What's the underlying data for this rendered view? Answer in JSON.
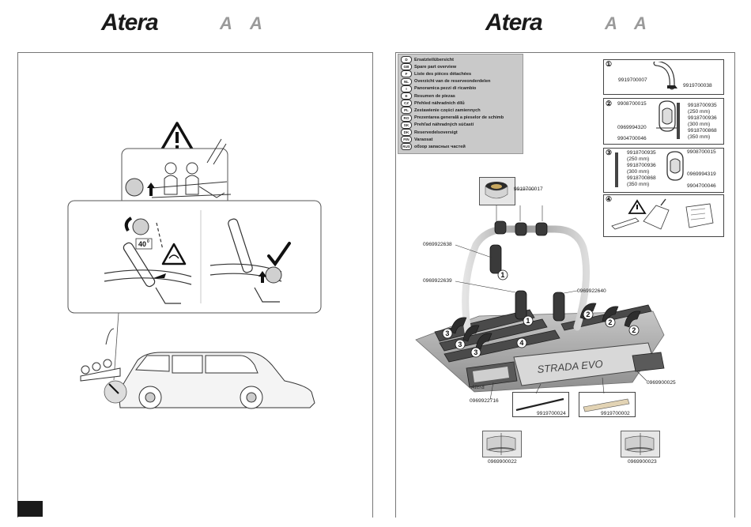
{
  "header": {
    "left_brand": "Atera",
    "left_letters": [
      "A",
      "A"
    ],
    "right_brand": "Atera",
    "right_letters": [
      "A",
      "A"
    ]
  },
  "left_page": {
    "angle_label": "40",
    "angle_unit": "0"
  },
  "right_page": {
    "languages": [
      {
        "code": "D",
        "text": "Ersatzteilübersicht"
      },
      {
        "code": "GB",
        "text": "Spare part overview"
      },
      {
        "code": "F",
        "text": "Liste des pièces détachées"
      },
      {
        "code": "NL",
        "text": "Overzicht van de reserveonderdelen"
      },
      {
        "code": "I",
        "text": "Panoramica pezzi di ricambio"
      },
      {
        "code": "E",
        "text": "Resumen de piezas"
      },
      {
        "code": "CZ",
        "text": "Přehled náhradních dílů"
      },
      {
        "code": "PL",
        "text": "Zestawienie części zamiennych"
      },
      {
        "code": "RO",
        "text": "Prezentarea generală a pieselor de schimb"
      },
      {
        "code": "SK",
        "text": "Prehľad náhradných súčastí"
      },
      {
        "code": "DK",
        "text": "Reservedelsoversigt"
      },
      {
        "code": "FIN",
        "text": "Varaosat"
      },
      {
        "code": "RUS",
        "text": "обзор запасных частей"
      }
    ],
    "box1": {
      "num": "①",
      "parts": [
        "9919700007",
        "9919700038"
      ]
    },
    "box2": {
      "num": "②",
      "parts": [
        "9908700015",
        "0969994320",
        "9904700046"
      ],
      "sizes": [
        "9918700935",
        "(250 mm)",
        "9918700936",
        "(300 mm)",
        "9918700868",
        "(350 mm)"
      ]
    },
    "box3": {
      "num": "③",
      "parts": [
        "9908700015",
        "0969994319",
        "9904700046"
      ],
      "sizes": [
        "9918700935",
        "(250 mm)",
        "9918700936",
        "(300 mm)",
        "9918700868",
        "(350 mm)"
      ]
    },
    "box4": {
      "num": "④"
    },
    "main_parts": {
      "p_top": "9919700017",
      "p_left1": "0969922638",
      "p_left2": "0969922639",
      "p_right1": "0969922640",
      "p_right2": "0969900025",
      "p_lamp": "0969922716",
      "p_strip1": "9919700024",
      "p_strip2": "9919700002",
      "p_cap_left": "0969900022",
      "p_cap_right": "0969900023"
    },
    "product_label": "STRADA EVO",
    "small_logo": "Atera",
    "callouts": [
      "1",
      "1",
      "2",
      "2",
      "2",
      "3",
      "3",
      "3",
      "4"
    ]
  }
}
